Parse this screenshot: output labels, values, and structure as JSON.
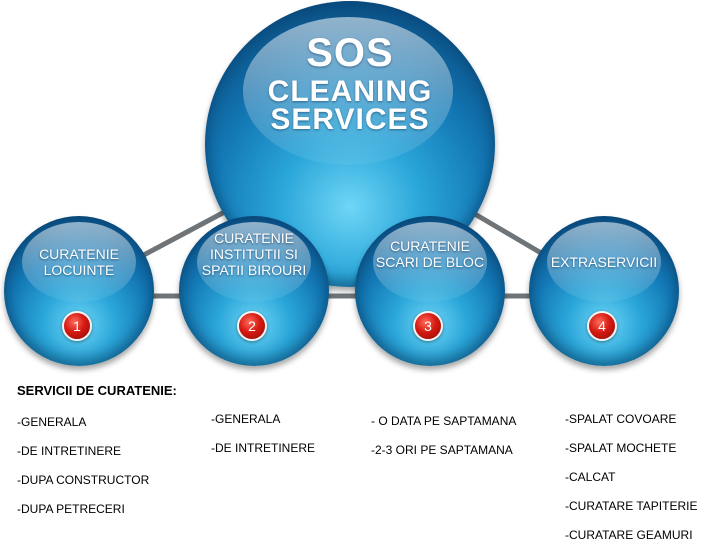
{
  "main": {
    "title_line1": "SOS",
    "title_line2": "CLEANING",
    "title_line3": "SERVICES"
  },
  "categories": [
    {
      "label": "CURATENIE LOCUINTE",
      "number": "1"
    },
    {
      "label": "CURATENIE INSTITUTII SI SPATII BIROURI",
      "number": "2"
    },
    {
      "label": "CURATENIE SCARI DE BLOC",
      "number": "3"
    },
    {
      "label": "EXTRASERVICII",
      "number": "4"
    }
  ],
  "services_heading": "SERVICII DE CURATENIE:",
  "lists": [
    [
      "-GENERALA",
      "-DE INTRETINERE",
      "-DUPA CONSTRUCTOR",
      "-DUPA PETRECERI"
    ],
    [
      "-GENERALA",
      "-DE INTRETINERE"
    ],
    [
      "- O DATA PE SAPTAMANA",
      "-2-3 ORI PE SAPTAMANA"
    ],
    [
      "-SPALAT COVOARE",
      "-SPALAT MOCHETE",
      "-CALCAT",
      "-CURATARE TAPITERIE",
      "-CURATARE GEAMURI"
    ]
  ],
  "colors": {
    "sphere": "#1378b5",
    "badge": "#d51a12",
    "connector": "#6e7478"
  }
}
